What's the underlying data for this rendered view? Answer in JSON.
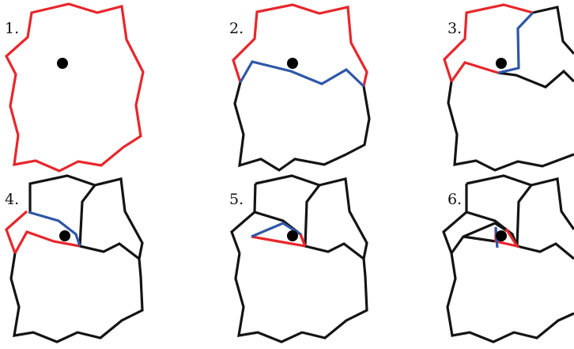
{
  "panels": [
    {
      "label": "1."
    },
    {
      "label": "2."
    },
    {
      "label": "3."
    },
    {
      "label": "4."
    },
    {
      "label": "5."
    },
    {
      "label": "6."
    }
  ],
  "colors": {
    "outline": "#141414",
    "active_boundary": "#e8262b",
    "new_cut": "#2f57a8",
    "target_marker": "#a3a3a3"
  },
  "icons": {
    "target": "crosshair-target-icon"
  }
}
